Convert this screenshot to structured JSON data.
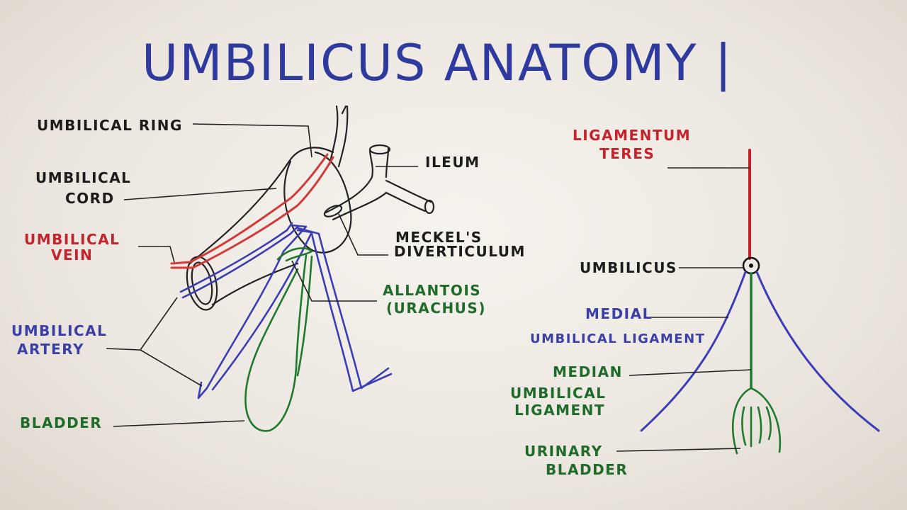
{
  "title": "UMBILICUS ANATOMY |",
  "left": {
    "umbilical_ring": "UMBILICAL RING",
    "umbilical_cord_1": "UMBILICAL",
    "umbilical_cord_2": "CORD",
    "umbilical_vein_1": "UMBILICAL",
    "umbilical_vein_2": "VEIN",
    "umbilical_artery_1": "UMBILICAL",
    "umbilical_artery_2": "ARTERY",
    "bladder": "BLADDER",
    "ileum": "ILEUM",
    "meckels_1": "MECKEL'S",
    "meckels_2": "DIVERTICULUM",
    "allantois_1": "ALLANTOIS",
    "allantois_2": "(URACHUS)"
  },
  "right": {
    "ligamentum_1": "LIGAMENTUM",
    "ligamentum_2": "TERES",
    "umbilicus": "UMBILICUS",
    "medial_1": "MEDIAL",
    "medial_2": "UMBILICAL LIGAMENT",
    "median_1": "MEDIAN",
    "median_2": "UMBILICAL",
    "median_3": "LIGAMENT",
    "urinary_1": "URINARY",
    "urinary_2": "BLADDER"
  },
  "colors": {
    "title": "#2e3a9e",
    "vein_ligament": "#c4232c",
    "artery": "#3b3fa8",
    "urachus_bladder": "#1f6b2a",
    "ink": "#1c1c1c"
  }
}
